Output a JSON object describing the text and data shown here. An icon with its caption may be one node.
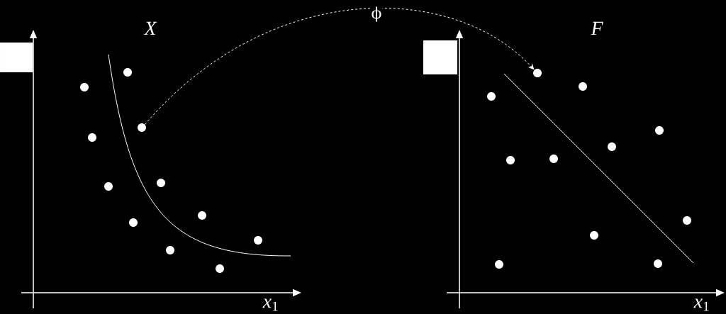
{
  "diagram": {
    "nodes": [
      {
        "text": [],
        "shape": "circle"
      },
      {
        "text": [],
        "shape": "circle"
      },
      {
        "text": [],
        "shape": "circle"
      },
      {
        "text": [],
        "shape": "circle"
      },
      {
        "text": [],
        "shape": "circle"
      },
      {
        "text": [],
        "shape": "circle"
      },
      {
        "text": [],
        "shape": "circle"
      },
      {
        "text": [],
        "shape": "circle"
      },
      {
        "text": [],
        "shape": "circle"
      },
      {
        "text": [],
        "shape": "circle"
      },
      {
        "text": [],
        "shape": "circle"
      },
      {
        "text": [],
        "shape": "circle"
      },
      {
        "text": [],
        "shape": "circle"
      },
      {
        "text": [],
        "shape": "circle"
      },
      {
        "text": [],
        "shape": "circle"
      },
      {
        "text": [],
        "shape": "circle"
      },
      {
        "text": [],
        "shape": "circle"
      },
      {
        "text": [],
        "shape": "circle"
      },
      {
        "text": [],
        "shape": "circle"
      },
      {
        "text": [],
        "shape": "circle"
      },
      {
        "text": [],
        "shape": "circle"
      },
      {
        "text": [],
        "shape": "circle"
      }
    ],
    "edges": [
      {
        "from": 5,
        "to": 14,
        "arrow": "to",
        "style": "dashed",
        "label": "ϕ"
      }
    ],
    "labels": [
      "X",
      "F",
      "*x*$_{1}$",
      "*x*$_{1}$"
    ]
  }
}
